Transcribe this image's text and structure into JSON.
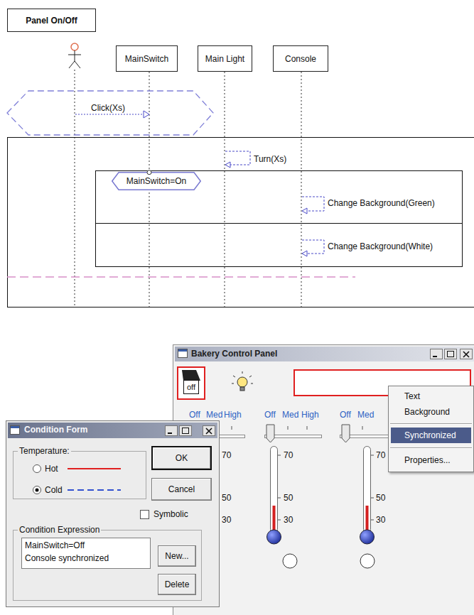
{
  "diagram": {
    "title": "Panel On/Off",
    "nodes": [
      {
        "text": [
          "MainSwitch"
        ]
      },
      {
        "text": [
          "Main Light"
        ]
      },
      {
        "text": [
          "Console"
        ]
      },
      {
        "text": [
          "MainSwitch=On"
        ]
      },
      {
        "text": [
          "Bakery Control Panel"
        ]
      },
      {
        "text": [
          "off"
        ],
        "in": 4
      },
      {
        "text": [
          "Text",
          "Background",
          "Synchronized",
          "Properties..."
        ],
        "in": 4
      },
      {
        "text": [
          "Condition Form"
        ]
      },
      {
        "text": [
          "Temperature:",
          "Hot",
          "Cold"
        ],
        "in": 7
      },
      {
        "text": [
          "OK"
        ],
        "in": 7
      },
      {
        "text": [
          "Cancel"
        ],
        "in": 7
      },
      {
        "text": [
          "Condition Expression"
        ],
        "in": 7
      },
      {
        "text": [
          "MainSwitch=Off",
          "Console synchronized"
        ],
        "in": 11
      },
      {
        "text": [
          "New..."
        ],
        "in": 11
      },
      {
        "text": [
          "Delete"
        ],
        "in": 11
      }
    ],
    "labels": [
      "Click(Xs)",
      "Turn(Xs)",
      "Change Background(Green)",
      "Change Background(White)",
      "Off",
      "Med",
      "High",
      "Off",
      "Med",
      "High",
      "Off",
      "Med",
      "70",
      "50",
      "30",
      "70",
      "50",
      "30",
      "70",
      "50",
      "30",
      "Symbolic"
    ]
  }
}
